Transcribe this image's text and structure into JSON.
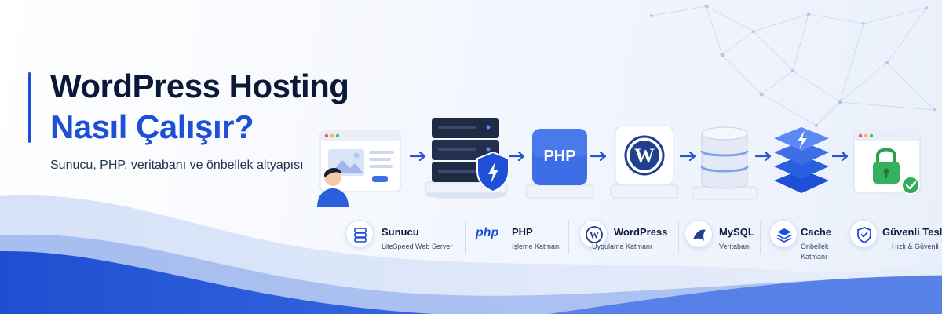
{
  "header": {
    "title_line1": "WordPress Hosting",
    "title_line2": "Nasıl Çalışır?",
    "subtitle": "Sunucu, PHP, veritabanı ve önbellek altyapısı"
  },
  "colors": {
    "primary": "#1d4fd7",
    "dark": "#0c1838",
    "server_dark": "#1f2a44",
    "success": "#2eae5a"
  },
  "diagram": {
    "php_badge": "PHP",
    "legend": [
      {
        "title": "Sunucu",
        "subtitle": "LiteSpeed Web Server",
        "icon": "server-icon"
      },
      {
        "title": "PHP",
        "subtitle": "İşleme Katmanı",
        "icon": "php-icon",
        "icon_text": "php"
      },
      {
        "title": "WordPress",
        "subtitle": "Uygulama Katmanı",
        "icon": "wordpress-icon"
      },
      {
        "title": "MySQL",
        "subtitle": "Veritabanı",
        "icon": "mysql-icon"
      },
      {
        "title": "Cache",
        "subtitle_line1": "Önbellek",
        "subtitle_line2": "Katmanı",
        "icon": "layers-icon"
      },
      {
        "title": "Güvenli Teslimat",
        "subtitle": "Hızlı & Güvenli",
        "icon": "shield-icon"
      }
    ]
  }
}
